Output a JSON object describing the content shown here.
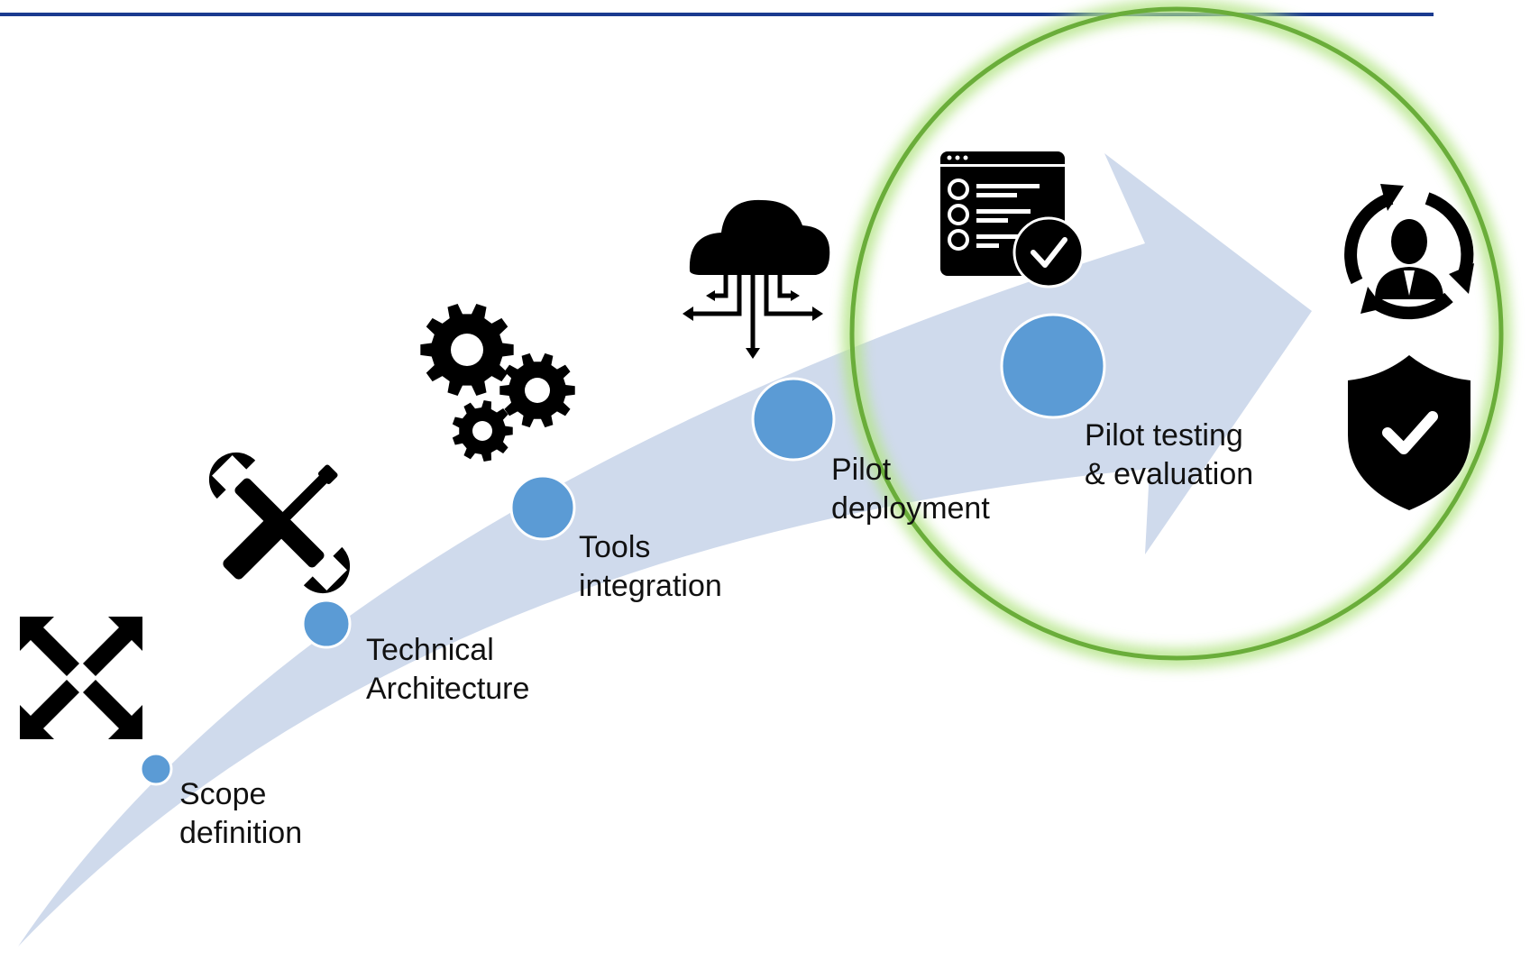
{
  "colors": {
    "top_rule": "#1a3a8f",
    "arrow_fill": "#cfdaec",
    "node_fill": "#5b9bd5",
    "node_stroke": "#ffffff",
    "highlight_ring": "#6aad3a",
    "highlight_glow": "#b6e58a",
    "icon_fill": "#000000"
  },
  "steps": [
    {
      "label": "Scope\ndefinition",
      "icon": "expand-arrows-icon"
    },
    {
      "label": "Technical\nArchitecture",
      "icon": "wrench-screwdriver-icon"
    },
    {
      "label": "Tools\nintegration",
      "icon": "gears-icon"
    },
    {
      "label": "Pilot\ndeployment",
      "icon": "cloud-network-icon"
    },
    {
      "label": "Pilot testing\n& evaluation",
      "icon": "checklist-approved-icon"
    }
  ],
  "end_icons": [
    "user-cycle-icon",
    "shield-check-icon"
  ],
  "highlight": {
    "step_index": 4,
    "description_visible": false
  }
}
